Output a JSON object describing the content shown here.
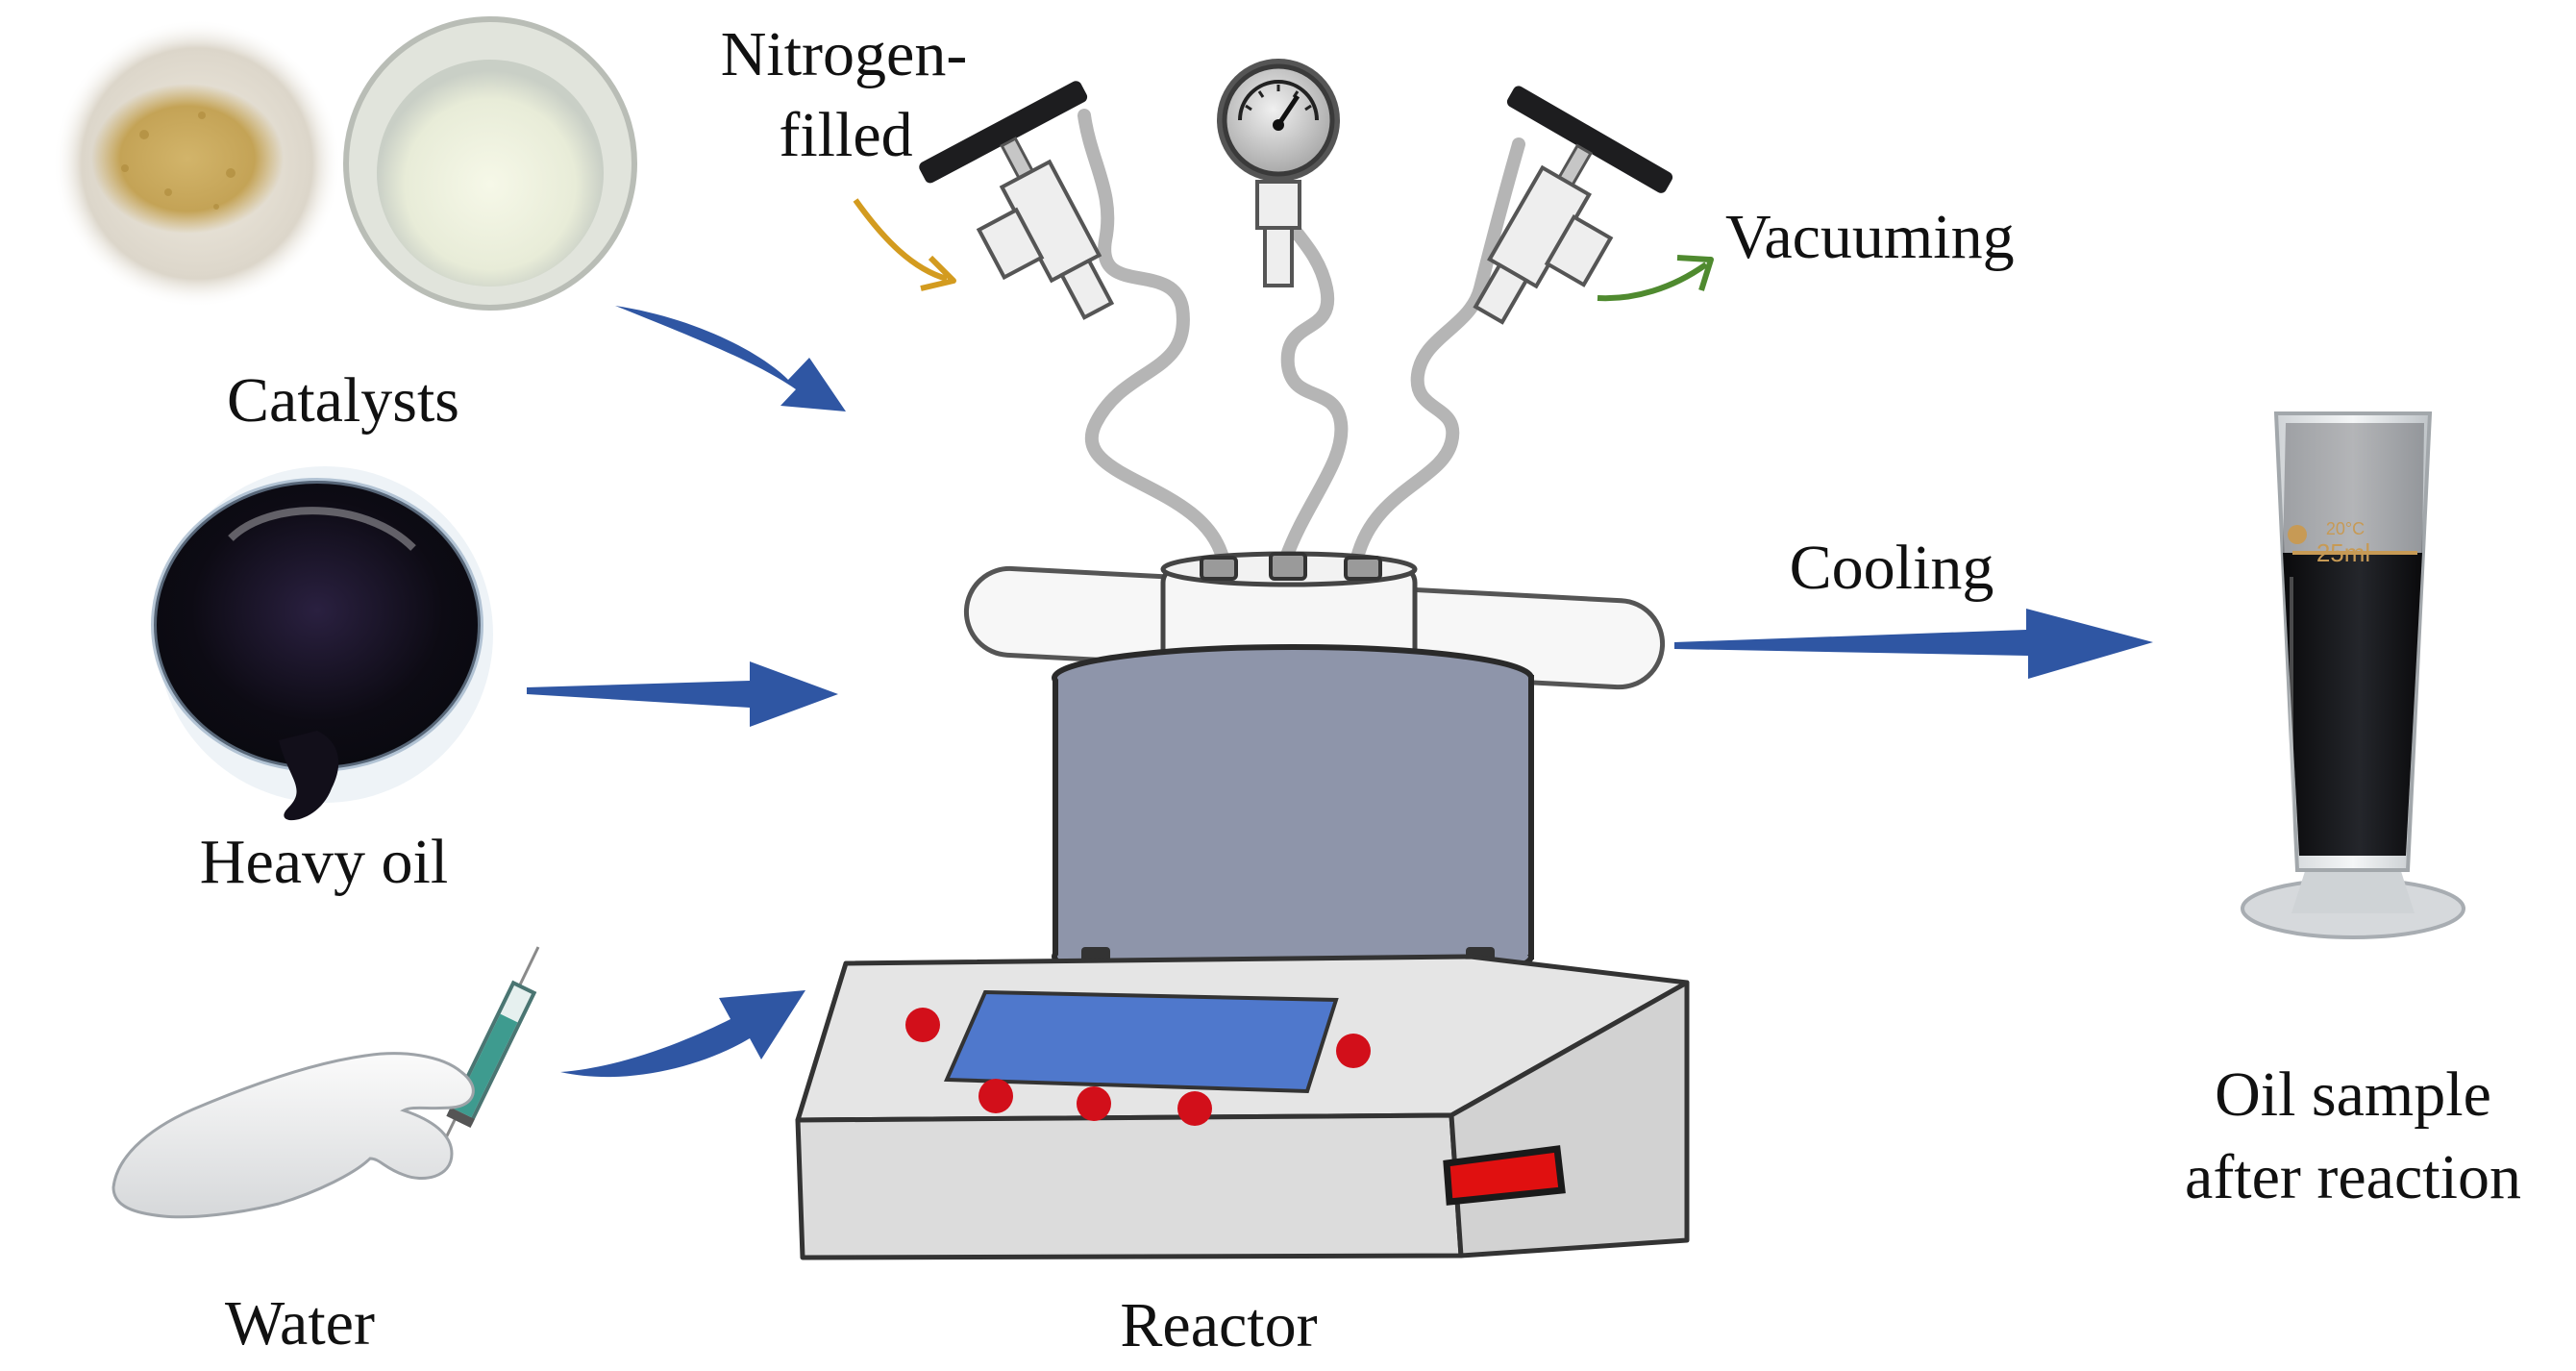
{
  "labels": {
    "catalysts": "Catalysts",
    "heavy_oil": "Heavy oil",
    "water": "Water",
    "reactor": "Reactor",
    "nitrogen_line1": "Nitrogen-",
    "nitrogen_line2": "filled",
    "vacuuming": "Vacuuming",
    "cooling": "Cooling",
    "oil_sample_line1": "Oil sample",
    "oil_sample_line2": "after reaction",
    "cylinder_marking": "25ml",
    "cylinder_temp": "20°C"
  },
  "colors": {
    "main_arrow": "#2f56a3",
    "nitrogen_arrow": "#d39b1f",
    "vacuum_arrow": "#4f8a2f",
    "reactor_body": "#8e95aa",
    "base_body": "#dedede",
    "display_panel": "#4f78cc",
    "knob": "#d20f1a",
    "red_display": "#e01010",
    "oil": "#14121a",
    "tube": "#b5b5b5"
  },
  "icons": {
    "valve": "valve-icon",
    "gauge": "pressure-gauge-icon",
    "syringe": "syringe-icon",
    "hand": "gloved-hand-icon",
    "cylinder": "graduated-cylinder-icon"
  }
}
